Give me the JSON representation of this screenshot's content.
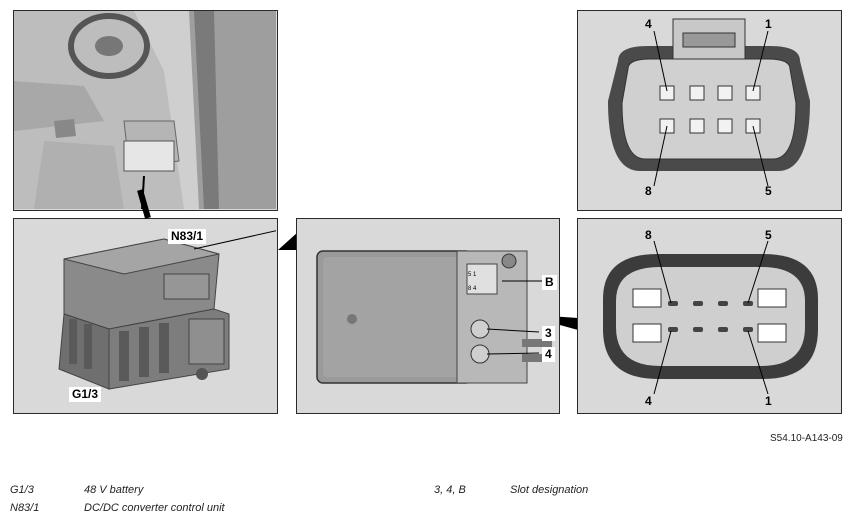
{
  "labels": {
    "control_unit": "N83/1",
    "battery": "G1/3",
    "slot_b": "B",
    "slot_3": "3",
    "slot_4": "4"
  },
  "connector_top": {
    "pin_tl": "4",
    "pin_tr": "1",
    "pin_bl": "8",
    "pin_br": "5"
  },
  "connector_bottom": {
    "pin_tl": "8",
    "pin_tr": "5",
    "pin_bl": "4",
    "pin_br": "1"
  },
  "reference_code": "S54.10-A143-09",
  "legend": [
    {
      "code": "G1/3",
      "desc": "48 V battery"
    },
    {
      "code": "N83/1",
      "desc": "DC/DC converter control unit"
    },
    {
      "code": "3, 4, B",
      "desc": "Slot designation"
    }
  ]
}
